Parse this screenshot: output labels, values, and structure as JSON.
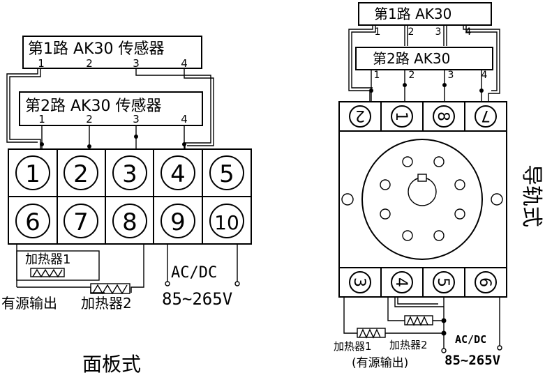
{
  "left": {
    "sensor1_label": "第1路 AK30 传感器",
    "sensor2_label": "第2路 AK30 传感器",
    "sensor_pins": [
      "1",
      "2",
      "3",
      "4"
    ],
    "terminals_top": [
      "1",
      "2",
      "3",
      "4",
      "5"
    ],
    "terminals_bottom": [
      "6",
      "7",
      "8",
      "9",
      "10"
    ],
    "heater1_label": "加热器1",
    "heater2_label": "加热器2",
    "output_label": "有源输出",
    "acdc_label": "AC/DC",
    "voltage_label": "85~265V",
    "caption": "面板式"
  },
  "right": {
    "sensor1_label": "第1路  AK30",
    "sensor2_label": "第2路  AK30",
    "sensor_pins": [
      "1",
      "2",
      "3",
      "4"
    ],
    "terminals_top": [
      "2",
      "1",
      "8",
      "7"
    ],
    "terminals_bottom": [
      "3",
      "4",
      "5",
      "6"
    ],
    "heater1_label": "加热器1",
    "heater2_label": "加热器2",
    "output_label": "(有源输出)",
    "acdc_label": "AC/DC",
    "voltage_label": "85~265V",
    "caption": "导轨式"
  }
}
